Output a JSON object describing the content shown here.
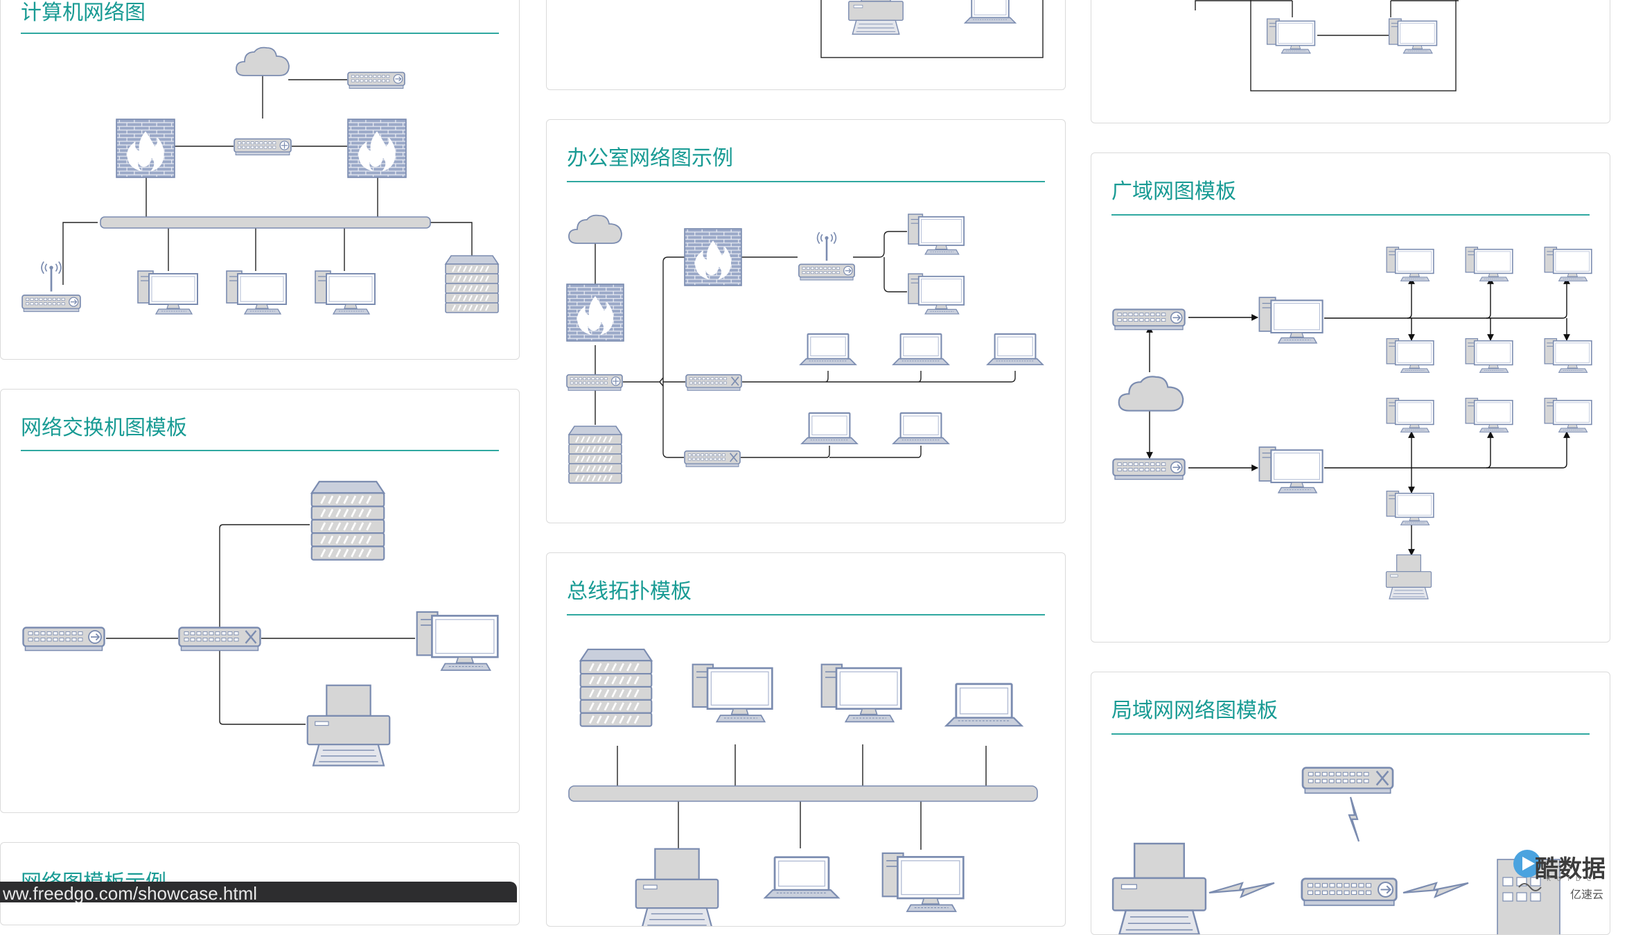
{
  "cards": {
    "computer_network": {
      "title": "计算机网络图"
    },
    "switch_template": {
      "title": "网络交换机图模板"
    },
    "network_example": {
      "title": "网络图模板示例"
    },
    "office_network": {
      "title": "办公室网络图示例"
    },
    "bus_topology": {
      "title": "总线拓扑模板"
    },
    "wan_template": {
      "title": "广域网图模板"
    },
    "lan_template": {
      "title": "局域网网络图模板"
    }
  },
  "status_bar": {
    "url": "ww.freedgo.com/showcase.html"
  },
  "watermark": {
    "brand": "酷数据",
    "tiny": "KUIDC",
    "sub": "亿速云"
  },
  "colors": {
    "accent": "#199b94",
    "device_fill": "#d1d1d1",
    "device_stroke": "#7b8cb0",
    "line": "#222222"
  }
}
